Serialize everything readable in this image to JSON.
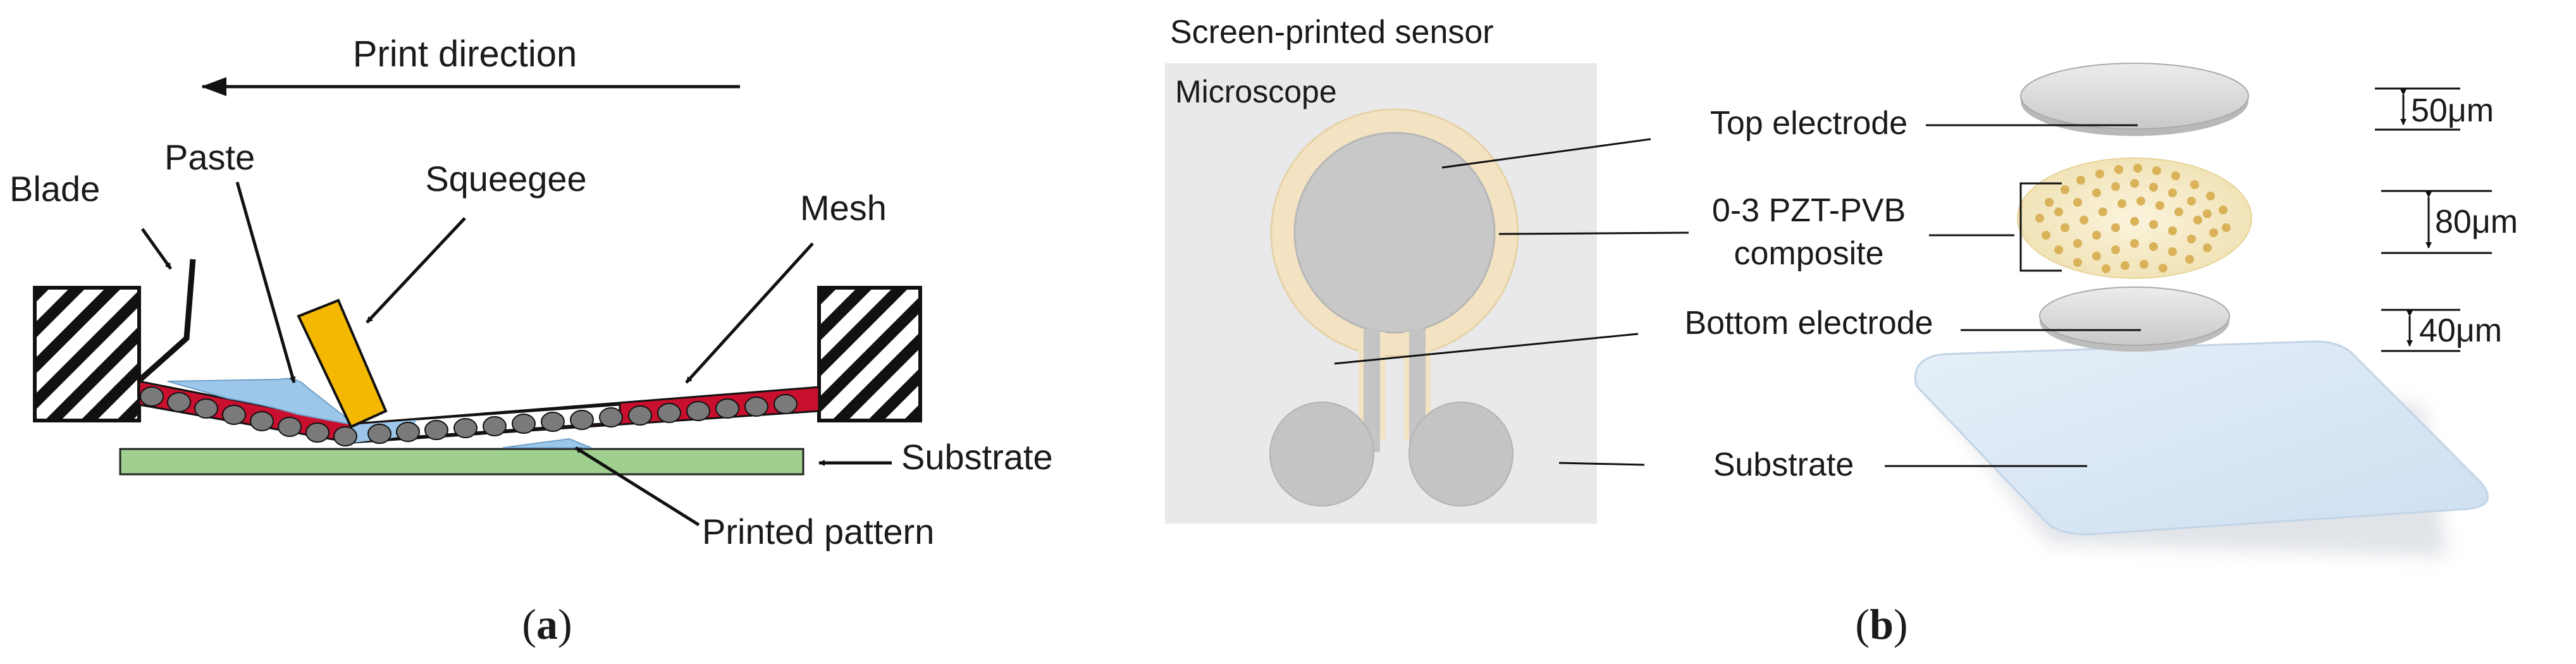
{
  "panel_a": {
    "print_direction": "Print direction",
    "blade": "Blade",
    "paste": "Paste",
    "squeegee": "Squeegee",
    "mesh": "Mesh",
    "substrate": "Substrate",
    "printed_pattern": "Printed pattern",
    "caption_open": "(",
    "caption_letter": "a",
    "caption_close": ")"
  },
  "panel_b": {
    "screen_printed_sensor": "Screen-printed sensor",
    "microscope": "Microscope",
    "top_electrode": "Top electrode",
    "composite_line1": "0-3 PZT-PVB",
    "composite_line2": "composite",
    "bottom_electrode": "Bottom electrode",
    "substrate": "Substrate",
    "thickness_top": "50μm",
    "thickness_composite": "80μm",
    "thickness_bottom": "40μm",
    "caption_open": "(",
    "caption_letter": "b",
    "caption_close": ")"
  },
  "colors": {
    "mesh_red": "#c8102e",
    "squeegee_yellow": "#f5b800",
    "paste_blue": "#9cc7ea",
    "substrate_green": "#9fd08f",
    "particle_gray": "#7a7a7a",
    "composite_cream": "#f7ecc8",
    "electrode_silver": "#d8d8d8",
    "substrate_blue": "#dbe8f4"
  }
}
